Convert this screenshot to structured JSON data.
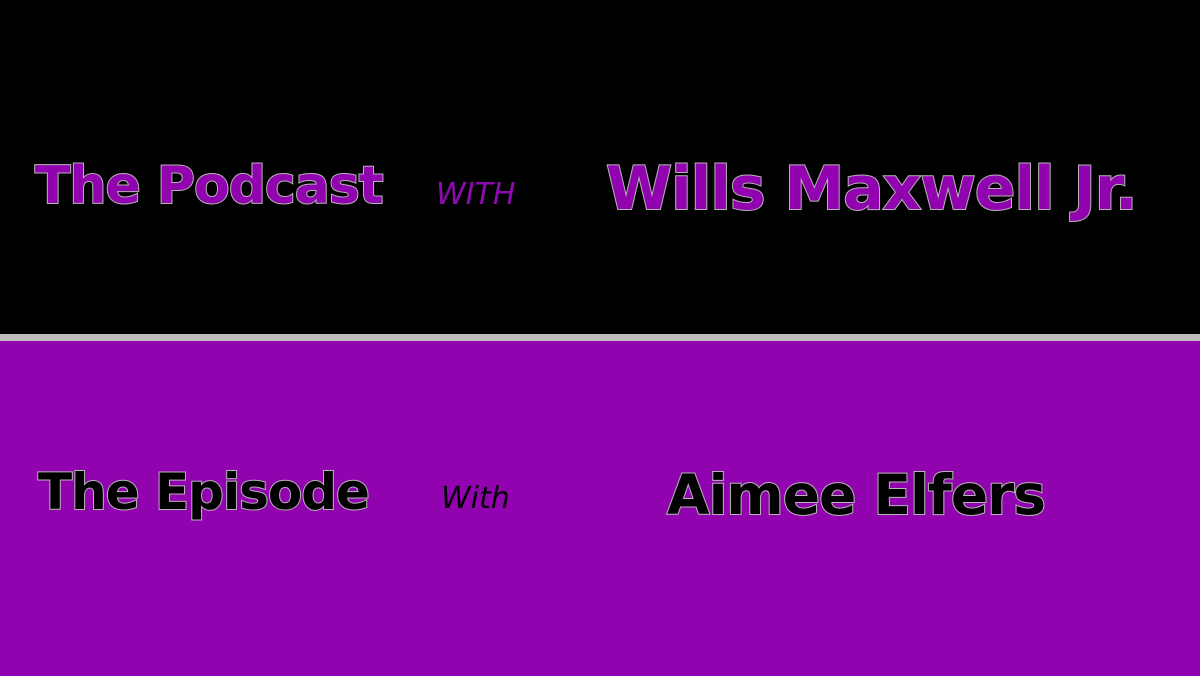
{
  "colors": {
    "top_background": "#000000",
    "bottom_background": "#9203b0",
    "divider": "#bdbdbd",
    "accent_purple": "#9203b0",
    "outline_gray": "#b5b5b5",
    "text_black": "#000000"
  },
  "top": {
    "title": "The Podcast",
    "connector": "WITH",
    "host_name": "Wills Maxwell Jr."
  },
  "bottom": {
    "title": "The Episode",
    "connector": "With",
    "guest_name": "Aimee Elfers"
  }
}
